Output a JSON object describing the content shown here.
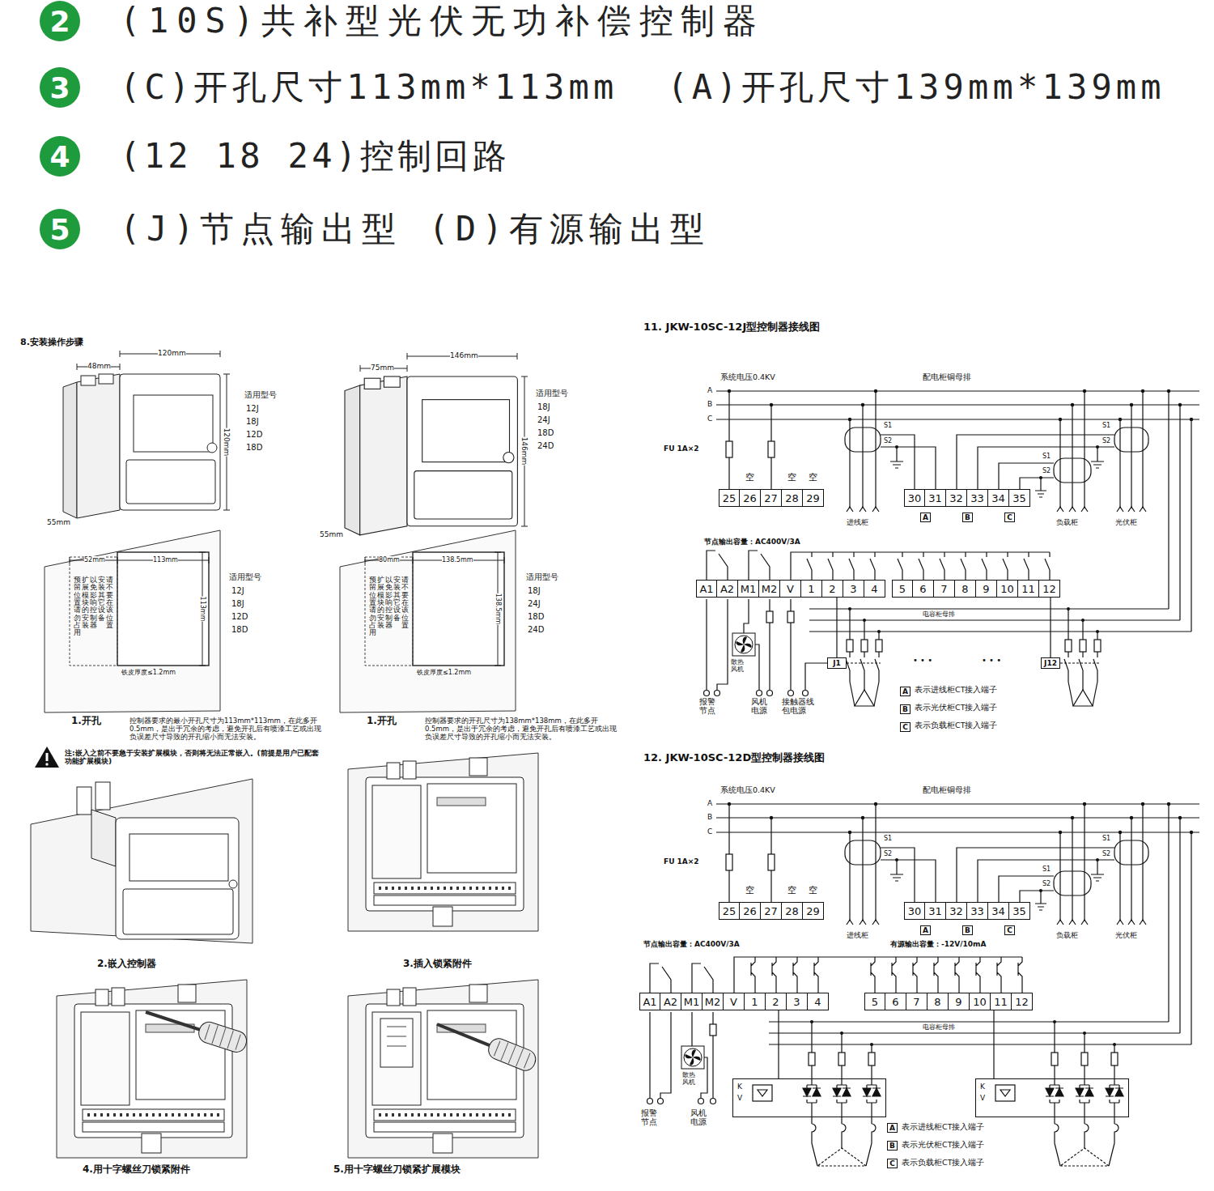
{
  "diagram": {
    "nodes": [
      {
        "text": [
          "2"
        ]
      },
      {
        "text": [
          "3"
        ]
      },
      {
        "text": [
          "4"
        ]
      },
      {
        "text": [
          "5"
        ]
      },
      {
        "text": [
          "25",
          "26",
          "27",
          "28",
          "29"
        ]
      },
      {
        "text": [
          "30",
          "31",
          "32",
          "33",
          "34",
          "35"
        ]
      },
      {
        "text": [
          "A"
        ]
      },
      {
        "text": [
          "B"
        ]
      },
      {
        "text": [
          "C"
        ]
      },
      {
        "text": [
          "A1",
          "A2",
          "M1",
          "M2",
          "V",
          "1",
          "2",
          "3",
          "4"
        ]
      },
      {
        "text": [
          "5",
          "6",
          "7",
          "8",
          "9",
          "10",
          "11",
          "12"
        ]
      },
      {
        "text": [
          "J1"
        ]
      },
      {
        "text": [
          "J12"
        ]
      },
      {
        "text": [
          "A"
        ]
      },
      {
        "text": [
          "B"
        ]
      },
      {
        "text": [
          "C"
        ]
      },
      {
        "text": [
          "25",
          "26",
          "27",
          "28",
          "29"
        ]
      },
      {
        "text": [
          "30",
          "31",
          "32",
          "33",
          "34",
          "35"
        ]
      },
      {
        "text": [
          "A"
        ]
      },
      {
        "text": [
          "B"
        ]
      },
      {
        "text": [
          "C"
        ]
      },
      {
        "text": [
          "A1",
          "A2",
          "M1",
          "M2",
          "V",
          "1",
          "2",
          "3",
          "4"
        ]
      },
      {
        "text": [
          "5",
          "6",
          "7",
          "8",
          "9",
          "10",
          "11",
          "12"
        ]
      },
      {
        "text": [
          "K",
          "V"
        ]
      },
      {
        "text": [
          "K",
          "V"
        ]
      },
      {
        "text": [
          "A"
        ]
      },
      {
        "text": [
          "B"
        ]
      },
      {
        "text": [
          "C"
        ]
      }
    ],
    "edges": [
      {
        "from": 9,
        "to": 11,
        "arrow": "none"
      },
      {
        "from": 10,
        "to": 12,
        "arrow": "none"
      },
      {
        "from": 21,
        "to": 23,
        "arrow": "none"
      },
      {
        "from": 22,
        "to": 24,
        "arrow": "none"
      }
    ],
    "labels": [
      "(10S)共补型光伏无功补偿控制器",
      "(C)开孔尺寸113mm*113mm  (A)开孔尺寸139mm*139mm",
      "(12 18 24)控制回路",
      "(J)节点输出型 (D)有源输出型",
      "8.安装操作步骤",
      "48mm",
      "120mm",
      "120mm",
      "55mm",
      "适用型号",
      "12J",
      "18J",
      "12D",
      "18D",
      "75mm",
      "146mm",
      "146mm",
      "55mm",
      "适用型号",
      "18J",
      "24J",
      "18D",
      "24D",
      "52mm",
      "113mm",
      "113mm",
      "适用型号",
      "12J",
      "18J",
      "12D",
      "18D",
      "请不要在该位置",
      "安装其它设备",
      "以免影响控制器",
      "扩展模块的安装",
      "预留位置请勿占用",
      "铁皮厚度≤1.2mm",
      "1.开孔",
      "控制器要求的最小开孔尺寸为113mm*113mm，在此多开0.5mm，是出于冗余的考虑，避免开孔后有喷漆工艺或出现负误差尺寸导致的开孔缩小而无法安装。",
      "80mm",
      "138.5mm",
      "138.5mm",
      "适用型号",
      "18J",
      "24J",
      "18D",
      "24D",
      "请不要在该位置",
      "安装其它设备",
      "以免影响控制器",
      "扩展模块的安装",
      "预留位置请勿占用",
      "铁皮厚度≤1.2mm",
      "1.开孔",
      "控制器要求的开孔尺寸为138mm*138mm，在此多开0.5mm，是出于冗余的考虑，避免开孔后有喷漆工艺或出现负误差尺寸导致的开孔缩小而无法安装。",
      "注:嵌入之前不要急于安装扩展模块，否则将无法正常嵌入。(前提是用户已配套功能扩展模块)",
      "2.嵌入控制器",
      "3.插入锁紧附件",
      "4.用十字螺丝刀锁紧附件",
      "5.用十字螺丝刀锁紧扩展模块",
      "11. JKW-10SC-12J型控制器接线图",
      "系统电压0.4KV",
      "配电柜铜母排",
      "A",
      "B",
      "C",
      "FU 1A×2",
      "空",
      "空",
      "空",
      "S1",
      "S2",
      "S1",
      "S2",
      "S1",
      "S2",
      "进线柜",
      "负载柜",
      "光伏柜",
      "节点输出容量：AC400V/3A",
      "电容柜母排",
      "• • •",
      "• • •",
      "散热 风机",
      "报警 节点",
      "风机 电源",
      "接触器线 包电源",
      "表示进线柜CT接入端子",
      "表示光伏柜CT接入端子",
      "表示负载柜CT接入端子",
      "12. JKW-10SC-12D型控制器接线图",
      "系统电压0.4KV",
      "配电柜铜母排",
      "A",
      "B",
      "C",
      "FU 1A×2",
      "空",
      "空",
      "空",
      "S1",
      "S2",
      "S1",
      "S2",
      "S1",
      "S2",
      "进线柜",
      "负载柜",
      "光伏柜",
      "节点输出容量：AC400V/3A",
      "有源输出容量：-12V/10mA",
      "电容柜母排",
      "散热 风机",
      "报警 节点",
      "风机 电源",
      "表示进线柜CT接入端子",
      "表示光伏柜CT接入端子",
      "表示负载柜CT接入端子"
    ]
  }
}
